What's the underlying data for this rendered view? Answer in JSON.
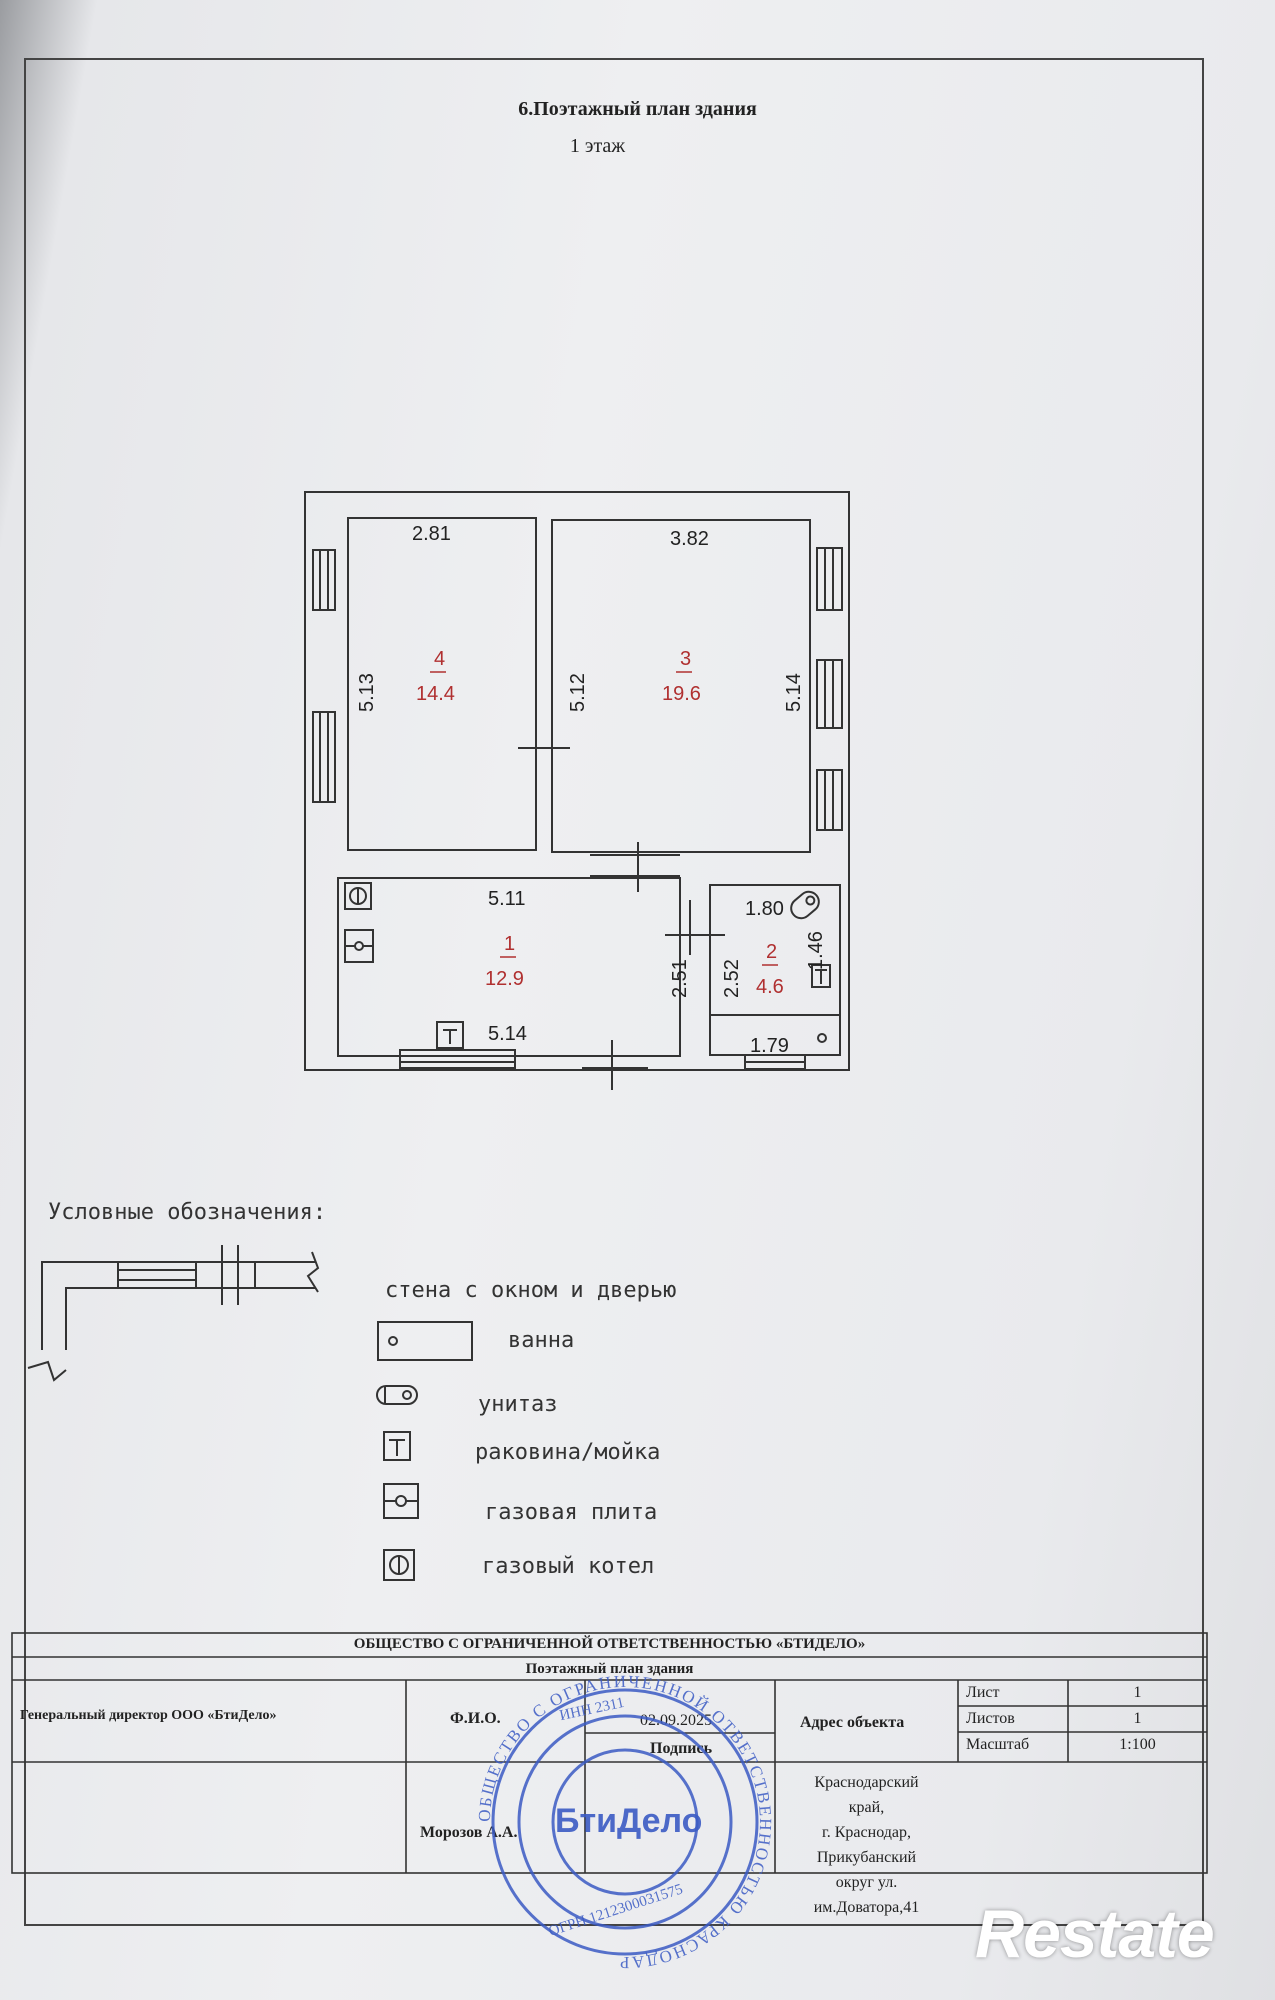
{
  "header": {
    "title": "6.Поэтажный план здания",
    "floor": "1 этаж"
  },
  "rooms": [
    {
      "num": "4",
      "area": "14.4",
      "width": "2.81",
      "height": "5.13",
      "inner": "5.12"
    },
    {
      "num": "3",
      "area": "19.6",
      "width": "3.82",
      "height": "5.14"
    },
    {
      "num": "1",
      "area": "12.9",
      "top": "5.11",
      "bottom": "5.14",
      "side": "2.51"
    },
    {
      "num": "2",
      "area": "4.6",
      "top": "1.80",
      "bottom": "1.79",
      "side": "2.52",
      "right": "1.46"
    }
  ],
  "legend": {
    "title": "Условные обозначения:",
    "items": [
      {
        "icon": "wall-window-door",
        "label": "стена с окном и дверью"
      },
      {
        "icon": "bath-icon",
        "label": "ванна"
      },
      {
        "icon": "toilet-icon",
        "label": "унитаз"
      },
      {
        "icon": "sink-icon",
        "label": "раковина/мойка"
      },
      {
        "icon": "gas-stove-icon",
        "label": "газовая плита"
      },
      {
        "icon": "gas-boiler-icon",
        "label": "газовый котел"
      }
    ]
  },
  "title_block": {
    "org": "ОБЩЕСТВО С ОГРАНИЧЕННОЙ ОТВЕТСТВЕННОСТЬЮ «БТИДЕЛО»",
    "doc": "Поэтажный план здания",
    "director": "Генеральный директор ООО «БтиДело»",
    "fio_label": "Ф.И.О.",
    "date": "02.09.2025",
    "sign_label": "Подпись",
    "name": "Морозов А.А.",
    "address_label": "Адрес объекта",
    "address": [
      "Краснодарский",
      "край,",
      "г. Краснодар,",
      "Прикубанский",
      "округ ул.",
      "им.Доватора,41"
    ],
    "sheet_label": "Лист",
    "sheet_value": "1",
    "sheets_label": "Листов",
    "sheets_value": "1",
    "scale_label": "Масштаб",
    "scale_value": "1:100"
  },
  "stamp": {
    "center": "БтиДело",
    "ring": "ОБЩЕСТВО С ОГРАНИЧЕННОЙ ОТВЕТСТВЕННОСТЬЮ КРАСНОДАР",
    "inn": "ИНН 2311",
    "ogrn": "ОГРН 1212300031575"
  },
  "watermark": "Restate",
  "colors": {
    "ink": "#222222",
    "area": "#b03030",
    "stamp": "#3b5bc4"
  }
}
